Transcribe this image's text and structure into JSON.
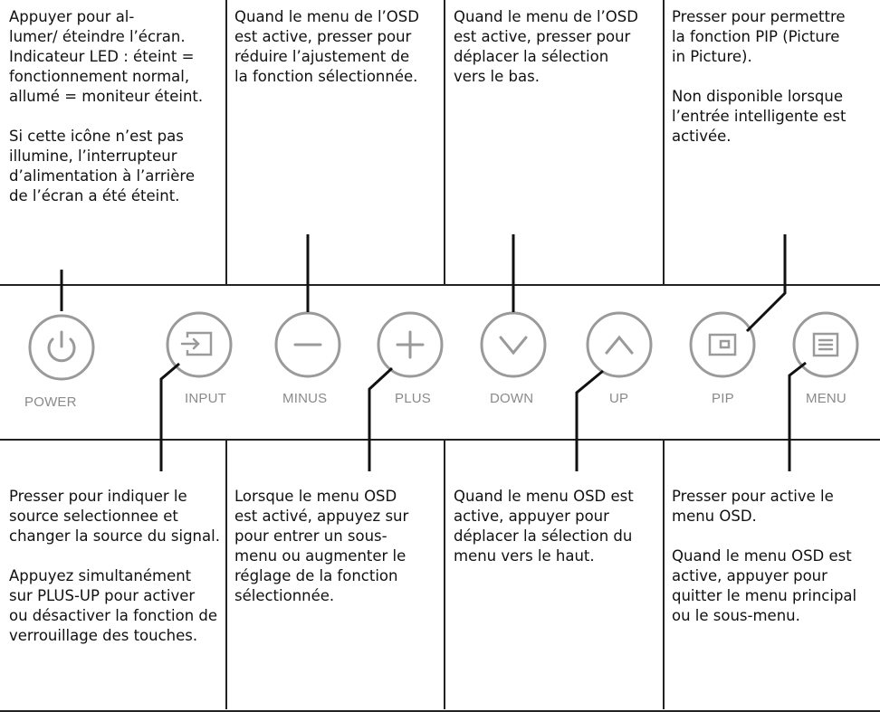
{
  "top_descriptions": {
    "power": [
      "Appuyer pour al-",
      "lumer/ éteindre l’écran.",
      "Indicateur LED : éteint =",
      "fonctionnement normal,",
      "allumé = moniteur éteint.",
      "",
      "Si cette icône n’est pas",
      "illumine, l’interrupteur",
      "d’alimentation à l’arrière",
      "de l’écran a été éteint."
    ],
    "minus": [
      "Quand le menu de l’OSD",
      "est active,  presser pour",
      "réduire l’ajustement de",
      "la fonction sélectionnée."
    ],
    "down": [
      "Quand le menu de l’OSD",
      "est active, presser pour",
      "déplacer la sélection",
      "vers le bas."
    ],
    "pip": [
      "Presser pour permettre",
      "la fonction PIP (Picture",
      "in Picture).",
      "",
      "Non disponible lorsque",
      "l’entrée intelligente est",
      "activée."
    ]
  },
  "bottom_descriptions": {
    "input": [
      "Presser pour indiquer le",
      "source selectionnee et",
      "changer la source du signal.",
      "",
      "Appuyez simultanément",
      "sur PLUS-UP pour activer",
      "ou désactiver la fonction de",
      "verrouillage des touches."
    ],
    "plus": [
      "Lorsque le menu OSD",
      "est activé, appuyez sur",
      "pour entrer un sous-",
      "menu ou augmenter le",
      "réglage de la fonction",
      "sélectionnée."
    ],
    "up": [
      "Quand le menu OSD est",
      "active, appuyer pour",
      "déplacer la sélection du",
      "menu vers le haut."
    ],
    "menu": [
      "Presser pour active le",
      "menu OSD.",
      "",
      "Quand le menu OSD est",
      "active, appuyer pour",
      "quitter le menu principal",
      "ou le sous-menu."
    ]
  },
  "buttons": {
    "power": "POWER",
    "input": "INPUT",
    "minus": "MINUS",
    "plus": "PLUS",
    "down": "DOWN",
    "up": "UP",
    "pip": "PIP",
    "menu": "MENU"
  },
  "colors": {
    "button_outline": "#9a9a9a",
    "leader_line": "#111111",
    "border": "#222222"
  }
}
